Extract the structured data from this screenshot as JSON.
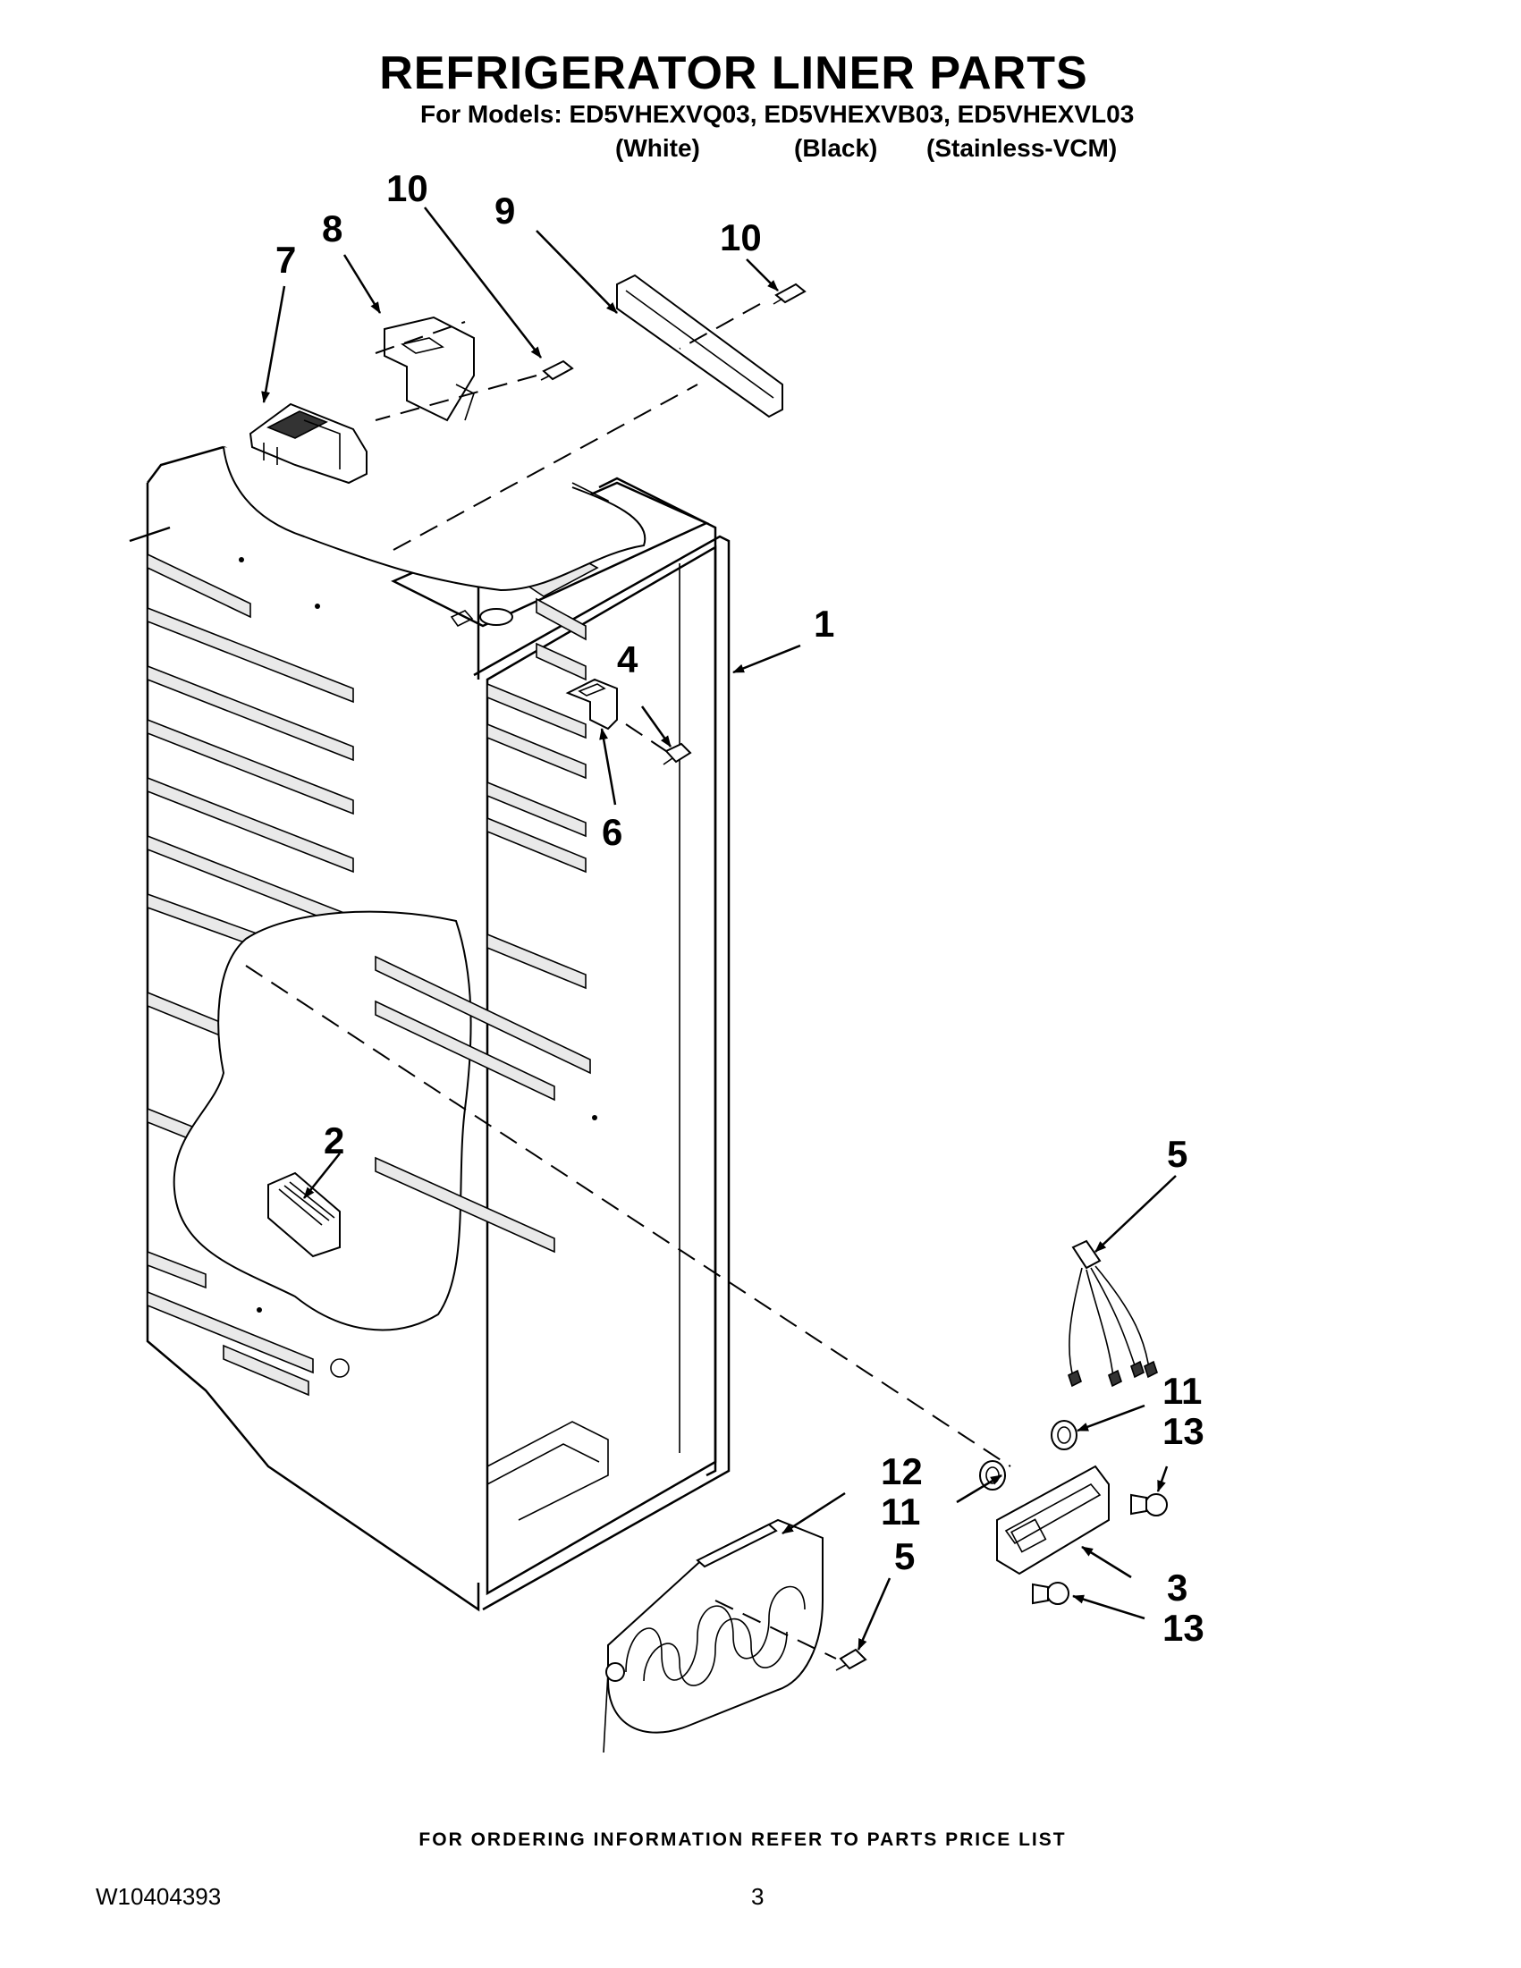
{
  "header": {
    "title": "REFRIGERATOR LINER PARTS",
    "models_line": "For Models: ED5VHEXVQ03, ED5VHEXVB03, ED5VHEXVL03",
    "color_labels": [
      "(White)",
      "(Black)",
      "(Stainless-VCM)"
    ]
  },
  "callouts": {
    "c1": "1",
    "c2": "2",
    "c3": "3",
    "c4": "4",
    "c5_top": "5",
    "c5_bottom": "5",
    "c6": "6",
    "c7": "7",
    "c8": "8",
    "c9": "9",
    "c10_left": "10",
    "c10_right": "10",
    "c11_top": "11",
    "c11_bottom": "11",
    "c12": "12",
    "c13_top": "13",
    "c13_bottom": "13"
  },
  "footer": {
    "note": "FOR ORDERING INFORMATION REFER TO PARTS PRICE LIST",
    "doc_number": "W10404393",
    "page_number": "3"
  }
}
